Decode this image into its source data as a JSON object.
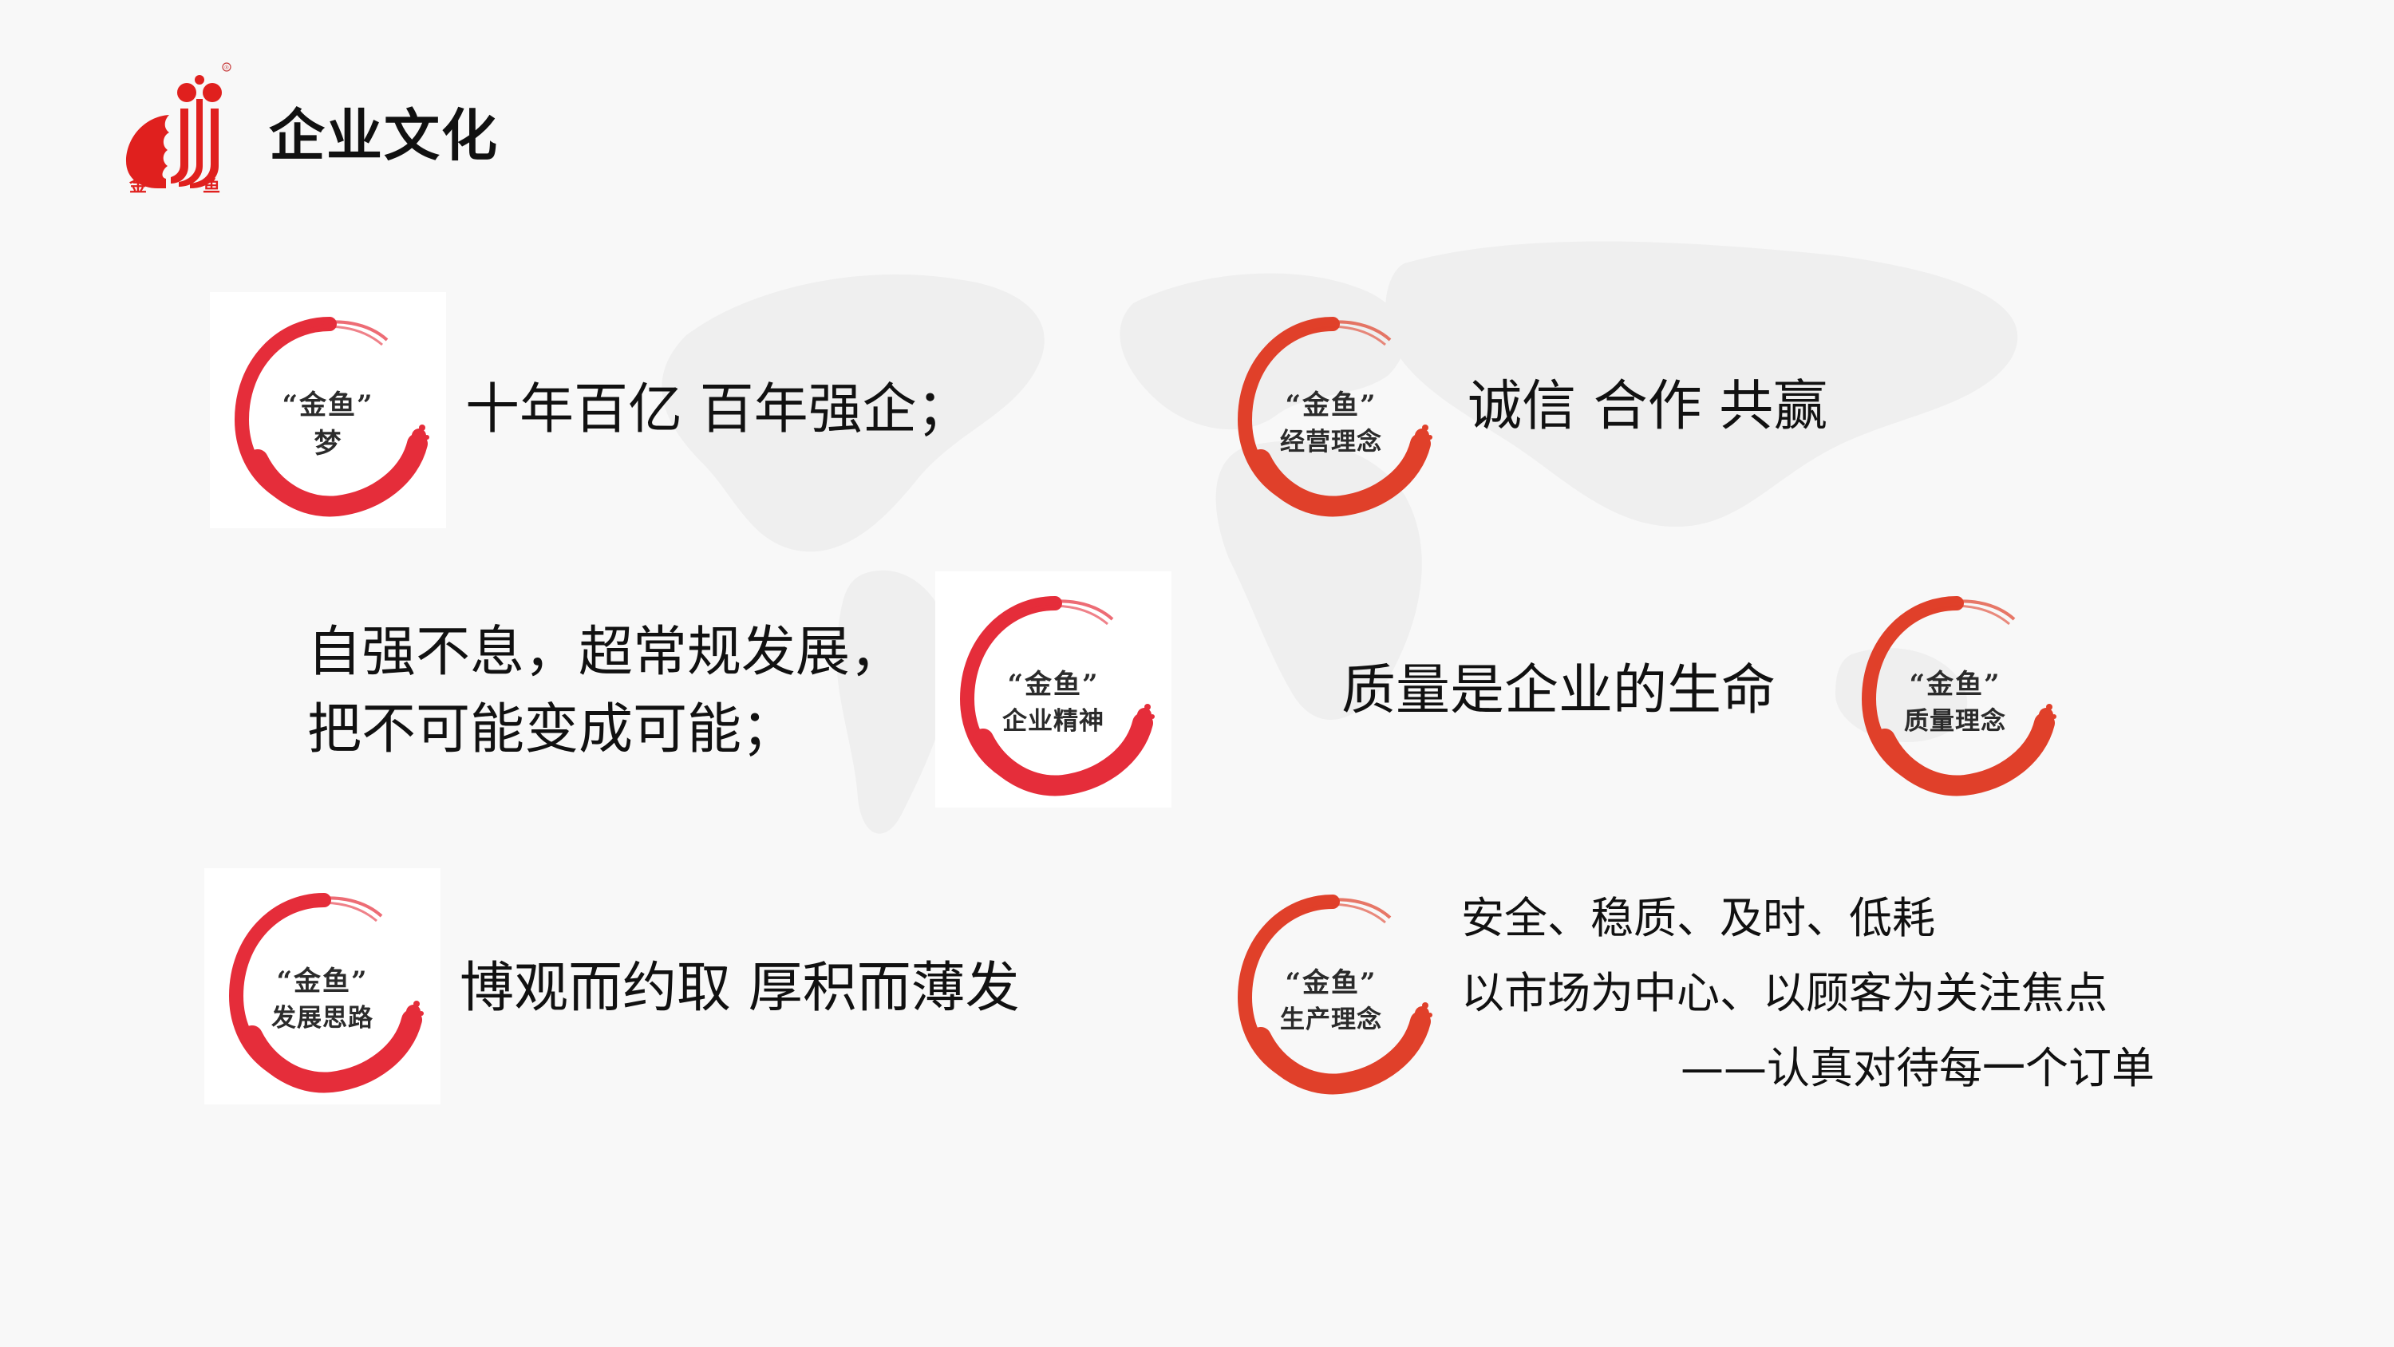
{
  "header": {
    "title": "企业文化",
    "logo": {
      "name": "jinyu-logo",
      "chars": [
        "金",
        "鱼"
      ],
      "registered_mark": "®",
      "color": "#e0201e"
    }
  },
  "colors": {
    "background": "#f8f8f8",
    "map": "#efefef",
    "circle_crimson": "#e52d3a",
    "circle_orange": "#e0402a",
    "text": "#111111"
  },
  "items": [
    {
      "badge": {
        "line1": "“金鱼”",
        "line2": "梦"
      },
      "lines": [
        "十年百亿  百年强企；"
      ]
    },
    {
      "badge": {
        "line1": "“金鱼”",
        "line2": "经营理念"
      },
      "lines": [
        "诚信 合作 共赢"
      ]
    },
    {
      "badge": {
        "line1": "“金鱼”",
        "line2": "企业精神"
      },
      "lines": [
        "自强不息，超常规发展，",
        "把不可能变成可能；"
      ]
    },
    {
      "badge": {
        "line1": "“金鱼”",
        "line2": "质量理念"
      },
      "lines": [
        "质量是企业的生命"
      ]
    },
    {
      "badge": {
        "line1": "“金鱼”",
        "line2": "发展思路"
      },
      "lines": [
        "博观而约取  厚积而薄发"
      ]
    },
    {
      "badge": {
        "line1": "“金鱼”",
        "line2": "生产理念"
      },
      "lines": [
        "安全、稳质、及时、低耗",
        "以市场为中心、以顾客为关注焦点",
        "——认真对待每一个订单"
      ]
    }
  ]
}
